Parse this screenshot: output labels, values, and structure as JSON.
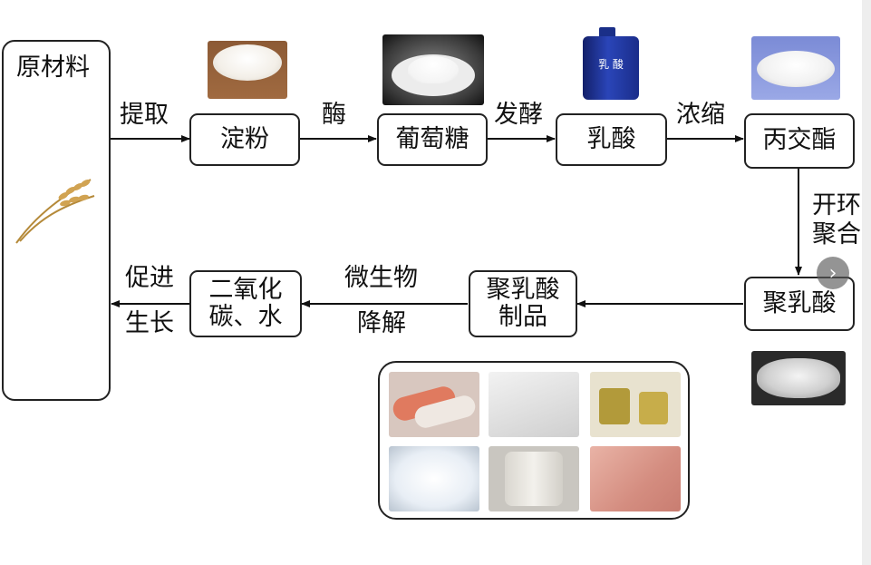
{
  "diagram": {
    "raw_material": "原材料",
    "nodes": {
      "starch": "淀粉",
      "glucose": "葡萄糖",
      "lactic_acid": "乳酸",
      "lactide": "丙交酯",
      "pla": "聚乳酸",
      "pla_products_line1": "聚乳酸",
      "pla_products_line2": "制品",
      "co2_water_line1": "二氧化",
      "co2_water_line2": "碳、水"
    },
    "edges": {
      "extract": "提取",
      "enzyme": "酶",
      "ferment": "发酵",
      "concentrate": "浓缩",
      "ring_opening_line1": "开环",
      "ring_opening_line2": "聚合",
      "microbe_line1": "微生物",
      "microbe_line2": "降解",
      "promote_line1": "促进",
      "promote_line2": "生长"
    },
    "bottle_label": "乳 酸"
  },
  "ui": {
    "next_icon": "chevron-right-icon",
    "next_glyph": "›"
  }
}
